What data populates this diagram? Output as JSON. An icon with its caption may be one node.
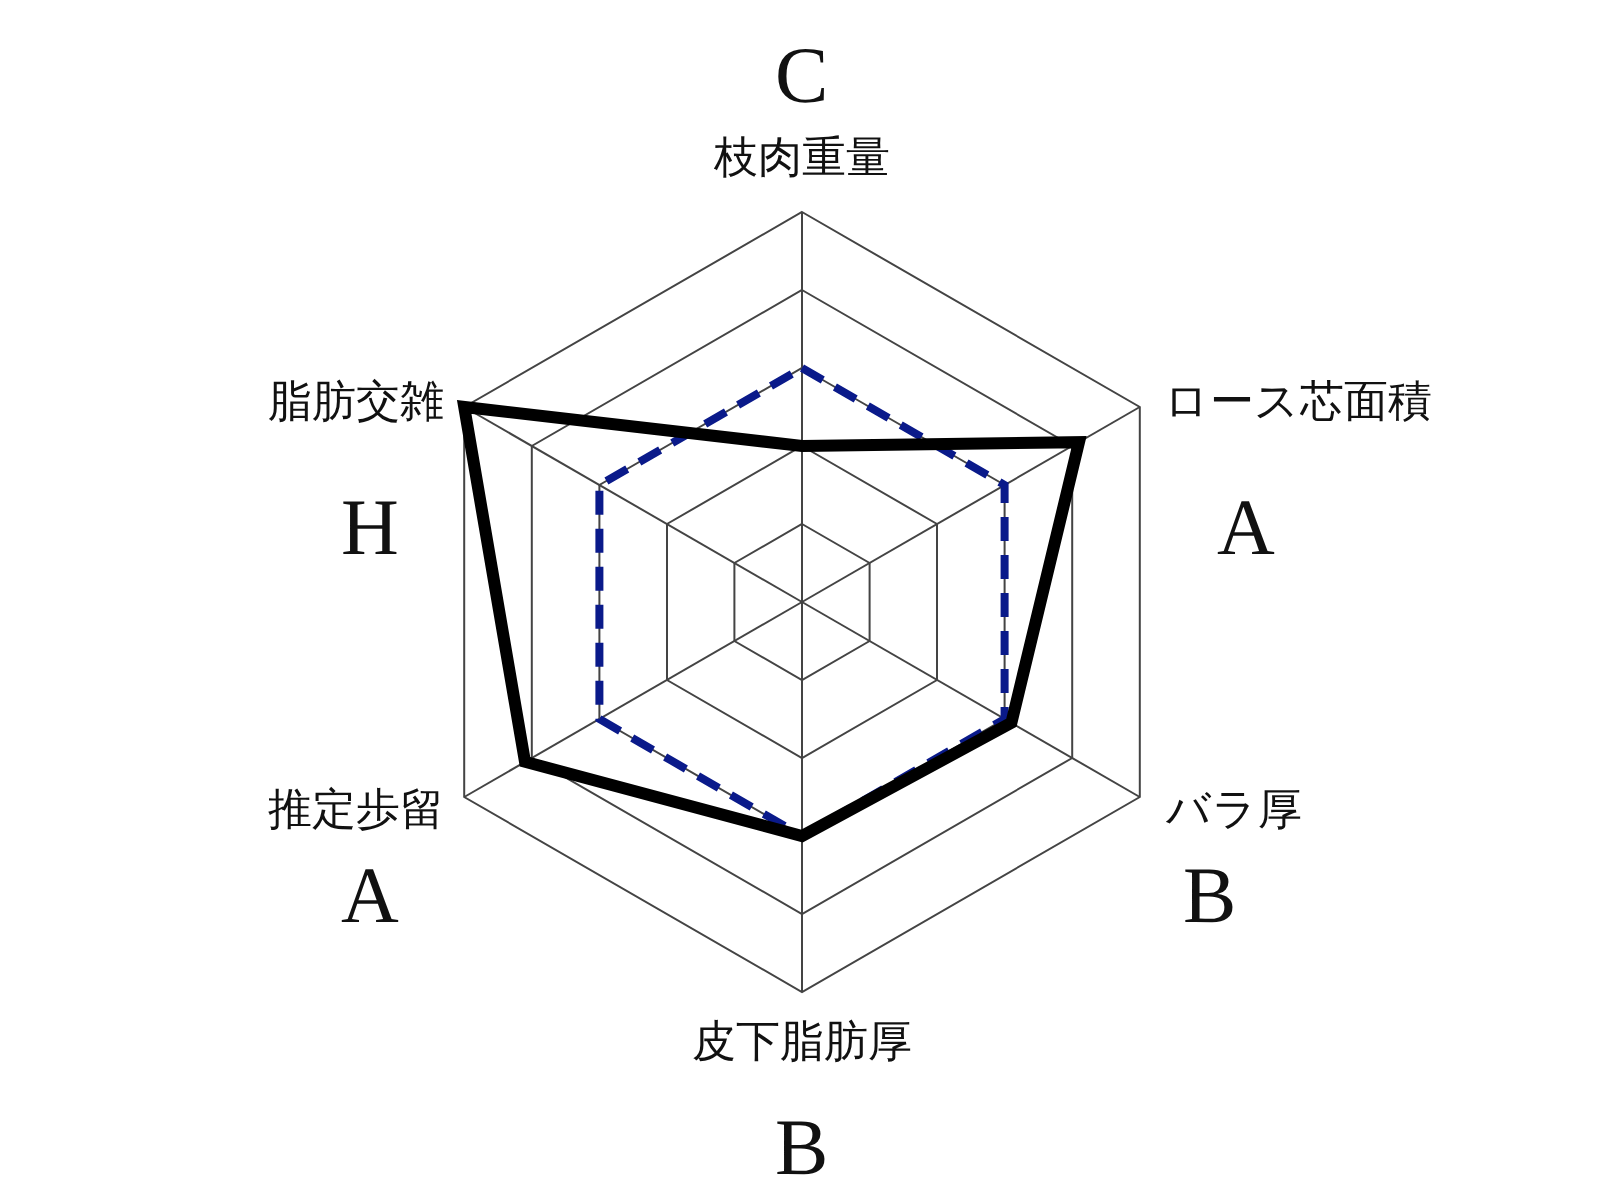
{
  "diagram": {
    "labels": [
      "C",
      "枝肉重量",
      "脂肪交雑",
      "ロース芯面積",
      "H",
      "A",
      "推定歩留",
      "バラ厚",
      "A",
      "B",
      "皮下脂肪厚",
      "B"
    ]
  }
}
